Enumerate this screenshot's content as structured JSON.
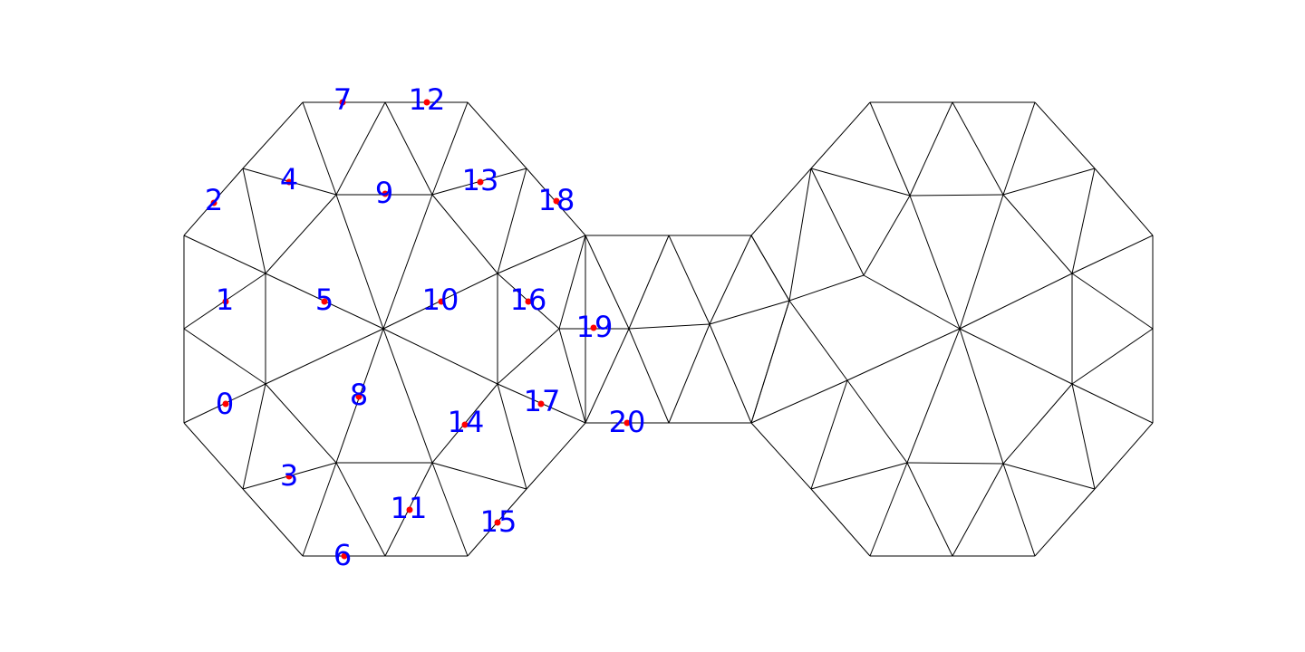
{
  "figure": {
    "colors": {
      "edge": "#000000",
      "marker": "#ff0000",
      "label": "#0000ff",
      "background": "#ffffff"
    },
    "node_labels": [
      "0",
      "1",
      "2",
      "3",
      "4",
      "5",
      "6",
      "7",
      "8",
      "9",
      "10",
      "11",
      "12",
      "13",
      "14",
      "15",
      "16",
      "17",
      "18",
      "19",
      "20"
    ]
  }
}
